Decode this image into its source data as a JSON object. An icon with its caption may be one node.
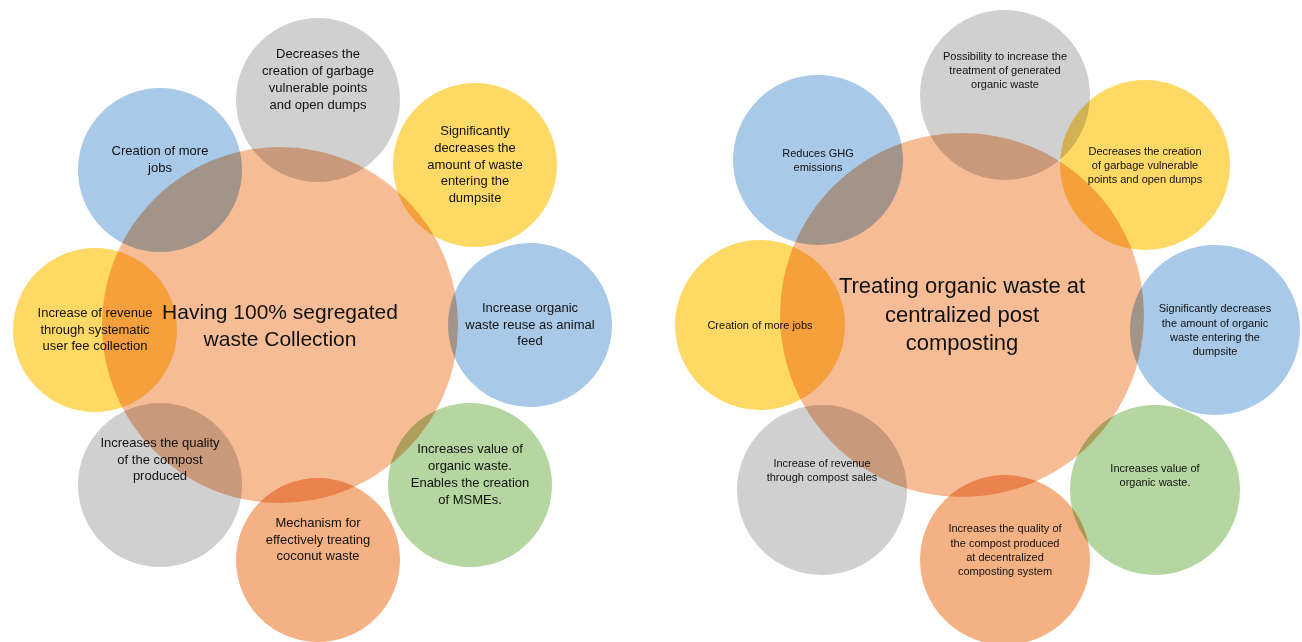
{
  "diagram": {
    "nodes": [
      {
        "text": [
          "Having 100% segregated waste Collection"
        ]
      },
      {
        "text": [
          "Decreases the creation of garbage vulnerable points and open dumps"
        ]
      },
      {
        "text": [
          "Significantly decreases the amount of waste entering the dumpsite"
        ]
      },
      {
        "text": [
          "Increase organic waste reuse as animal feed"
        ]
      },
      {
        "text": [
          "Increases value of organic waste. Enables the creation of MSMEs."
        ]
      },
      {
        "text": [
          "Mechanism for effectively treating coconut waste"
        ]
      },
      {
        "text": [
          "Increases the quality of the compost produced"
        ]
      },
      {
        "text": [
          "Increase of revenue through systematic user fee collection"
        ]
      },
      {
        "text": [
          "Creation of more jobs"
        ]
      },
      {
        "text": [
          "Treating organic waste at centralized post composting"
        ]
      },
      {
        "text": [
          "Possibility to increase the treatment of generated organic waste"
        ]
      },
      {
        "text": [
          "Decreases the creation of garbage vulnerable points and open dumps"
        ]
      },
      {
        "text": [
          "Significantly decreases the amount of organic waste entering the dumpsite"
        ]
      },
      {
        "text": [
          "Increases value of organic waste."
        ]
      },
      {
        "text": [
          "Increases the quality of the compost produced at decentralized composting system"
        ]
      },
      {
        "text": [
          "Increase of revenue through compost sales"
        ]
      },
      {
        "text": [
          "Creation of more jobs"
        ]
      },
      {
        "text": [
          "Reduces GHG emissions"
        ]
      }
    ]
  }
}
